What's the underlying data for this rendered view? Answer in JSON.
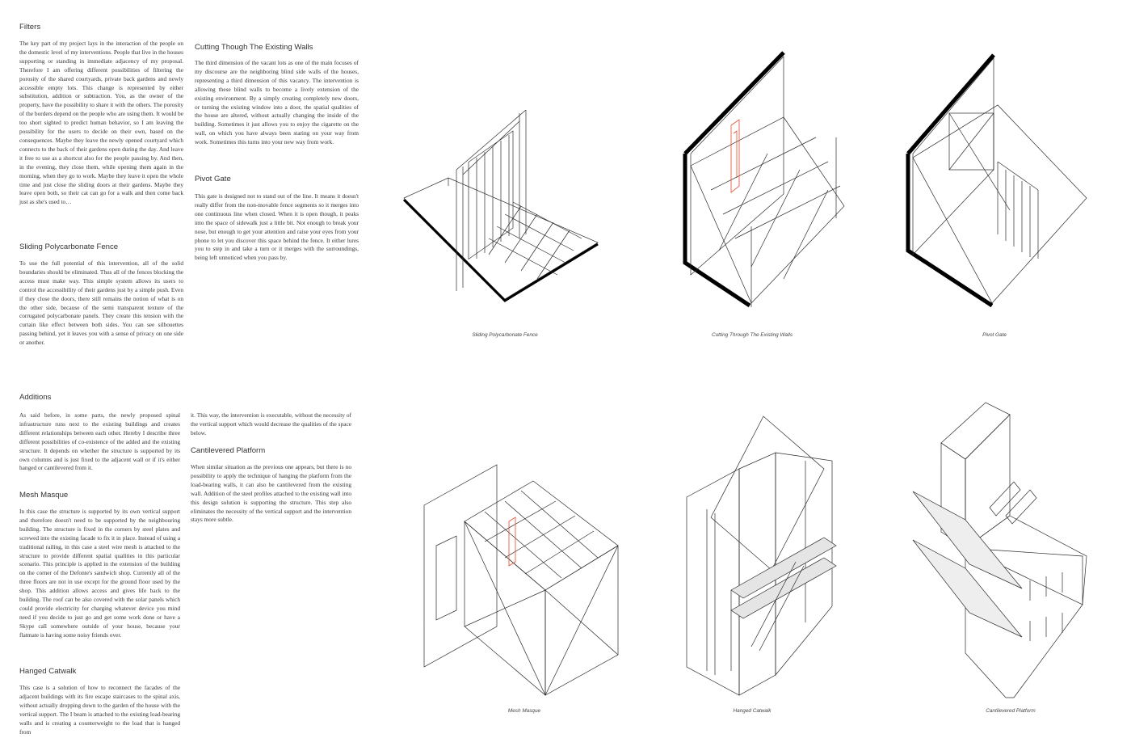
{
  "filters": {
    "heading": "Filters",
    "intro": "The key part of my project lays in the interaction of the people on the domestic level of my interventions. People that live in the houses supporting or standing in immediate adjacency of my proposal. Therefore I am offering different possibilities of filtering the porosity of the shared courtyards, private back gardens and newly accessible empty lots. This change is represented by either substitution, addition or subtraction. You, as the owner of the property, have the possibility to share it with the others. The porosity of the borders depend on the people who are using them. It would be too short sighted to predict human behavior, so I am leaving the possibility for the users to decide on their own, based on the consequences. Maybe they leave the newly opened courtyard which connects to the back of their gardens open during the day. And leave it free to use as a shortcut also for the people passing by. And then, in the evening, they close them, while opening them again in the morning, when they go to work. Maybe they leave it open the whole time and just close the sliding doors at their gardens. Maybe they leave open both, so their cat can go for a walk and then come back just as she's used to…",
    "sliding_heading": "Sliding Polycarbonate Fence",
    "sliding_text": "To use the full potential of this intervention, all of the solid boundaries should be eliminated. Thus all of the fences blocking the access must make way. This simple system allows its users to control the accessibility of their gardens just by a simple push. Even if they close the doors, there still remains the notion of what is on the other side, because of the semi transparent texture of the corrugated polycarbonate panels. They create this tension with the curtain like effect between both sides. You can see silhouettes passing behind, yet it leaves you with a sense of privacy on one side or another.",
    "cutting_heading": "Cutting Though The Existing Walls",
    "cutting_text": "The third dimension of the vacant lots as one of the main focuses of my discourse are the neighboring blind side walls of the houses, representing a third dimension of this vacancy. The intervention is allowing these blind walls to become a lively extension of the existing environment. By a simply creating completely new doors, or turning the existing window into a door, the spatial qualities of the house are altered, without actually changing the inside of the building. Sometimes it just allows you to enjoy the cigarette on the wall, on which you have always been staring on your way from work. Sometimes this turns into your new way from work.",
    "pivot_heading": "Pivot Gate",
    "pivot_text": "This gate is designed not to stand out of the line. It means it doesn't really differ from the non-movable fence segments so it merges into one continuous line when closed. When it is open though, it peaks into the space of sidewalk just a little bit. Not enough to break your nose, but enough to get your attention and raise your eyes from your phone to let you discover this space behind the fence. It either lures you to step in and take a turn or it merges with the surroundings, being left unnoticed when you pass by."
  },
  "additions": {
    "heading": "Additions",
    "intro": "As said before, in some parts, the newly proposed spinal infrastructure runs next to the existing buildings and creates different relationships between each other. Hereby I describe three different possibilities of co-existence of the added and the existing structure. It depends on whether the structure is supported by its own columns and is just fixed to the adjacent wall or if it's either hanged or cantilevered from it.",
    "mesh_heading": "Mesh Masque",
    "mesh_text": "In this case the structure is supported by its own vertical support and therefore doesn't need to be supported by the neighbouring building. The structure is fixed in the corners by steel plates and screwed into the existing facade to fix it in place. Instead of using a traditional railing, in this case a steel wire mesh is attached to the structure to provide different spatial qualities in this particular scenario. This principle is applied in the extension of the building on the corner of the Defonte's sandwich shop. Currently all of the three floors are not in use except for the ground floor used by the shop. This addition allows access and gives life back to the building. The roof can be also covered with the solar panels which could provide electricity for charging whatever device you mind need if you decide to just go and get some work done or have a Skype call somewhere outside of your house, because your flatmate is having some noisy friends over.",
    "catwalk_heading": "Hanged Catwalk",
    "catwalk_text": "This case is a solution of how to reconnect the facades of the adjacent buildings with its fire escape staircases to the spinal axis, without actually dropping down to the garden of the house with the vertical support. The I beam is attached to the existing load-bearing walls and is creating a counterweight to the load that is hanged from",
    "catwalk_cont": "it. This way, the intervention is executable, without the necessity of the vertical support which would decrease the qualities of the space below.",
    "cantilever_heading": "Cantilevered Platform",
    "cantilever_text": "When similar situation as the previous one appears, but there is no possibility to apply the technique of hanging the platform from the load-bearing walls, it can also be cantilevered from the existing wall. Addition of the steel profiles attached to the existing wall into this design solution is supporting the structure. This step also eliminates the necessity of the vertical support and the intervention stays more subtle."
  },
  "captions": {
    "sliding": "Sliding Polycarbonate Fence",
    "cutting": "Cutting Through The Existing Walls",
    "pivot": "Pivot Gate",
    "mesh": "Mesh Masque",
    "catwalk": "Hanged Catwalk",
    "cantilever": "Cantilevered Platform"
  },
  "colors": {
    "text": "#333333",
    "line": "#2b2b2b",
    "accent": "#e24a2a"
  }
}
